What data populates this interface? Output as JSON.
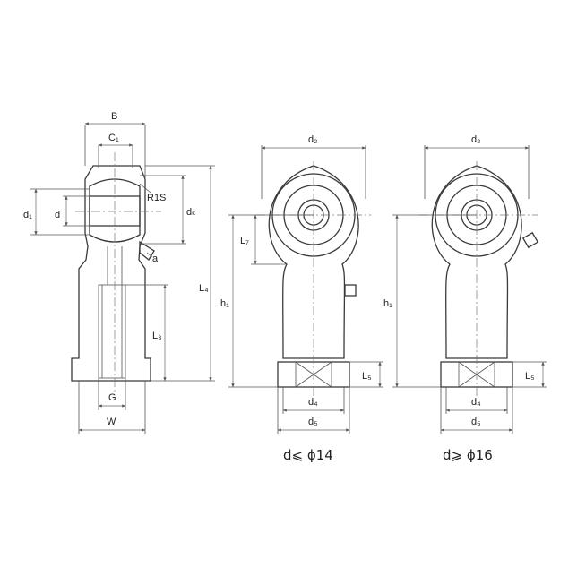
{
  "labels": {
    "B": "B",
    "C1": "C₁",
    "d1": "d₁",
    "d": "d",
    "R1S": "R1S",
    "dk": "dₖ",
    "a": "a",
    "L3": "L₃",
    "L4": "L₄",
    "G": "G",
    "W": "W",
    "d2_left": "d₂",
    "L7": "L₇",
    "h1_left": "h₁",
    "L5_left": "L₅",
    "d4_left": "d₄",
    "d5_left": "d₅",
    "d2_right": "d₂",
    "h1_right": "h₁",
    "L5_right": "L₅",
    "d4_right": "d₄",
    "d5_right": "d₅"
  },
  "captions": {
    "left": "d⩽ ϕ14",
    "right": "d⩾ ϕ16"
  }
}
